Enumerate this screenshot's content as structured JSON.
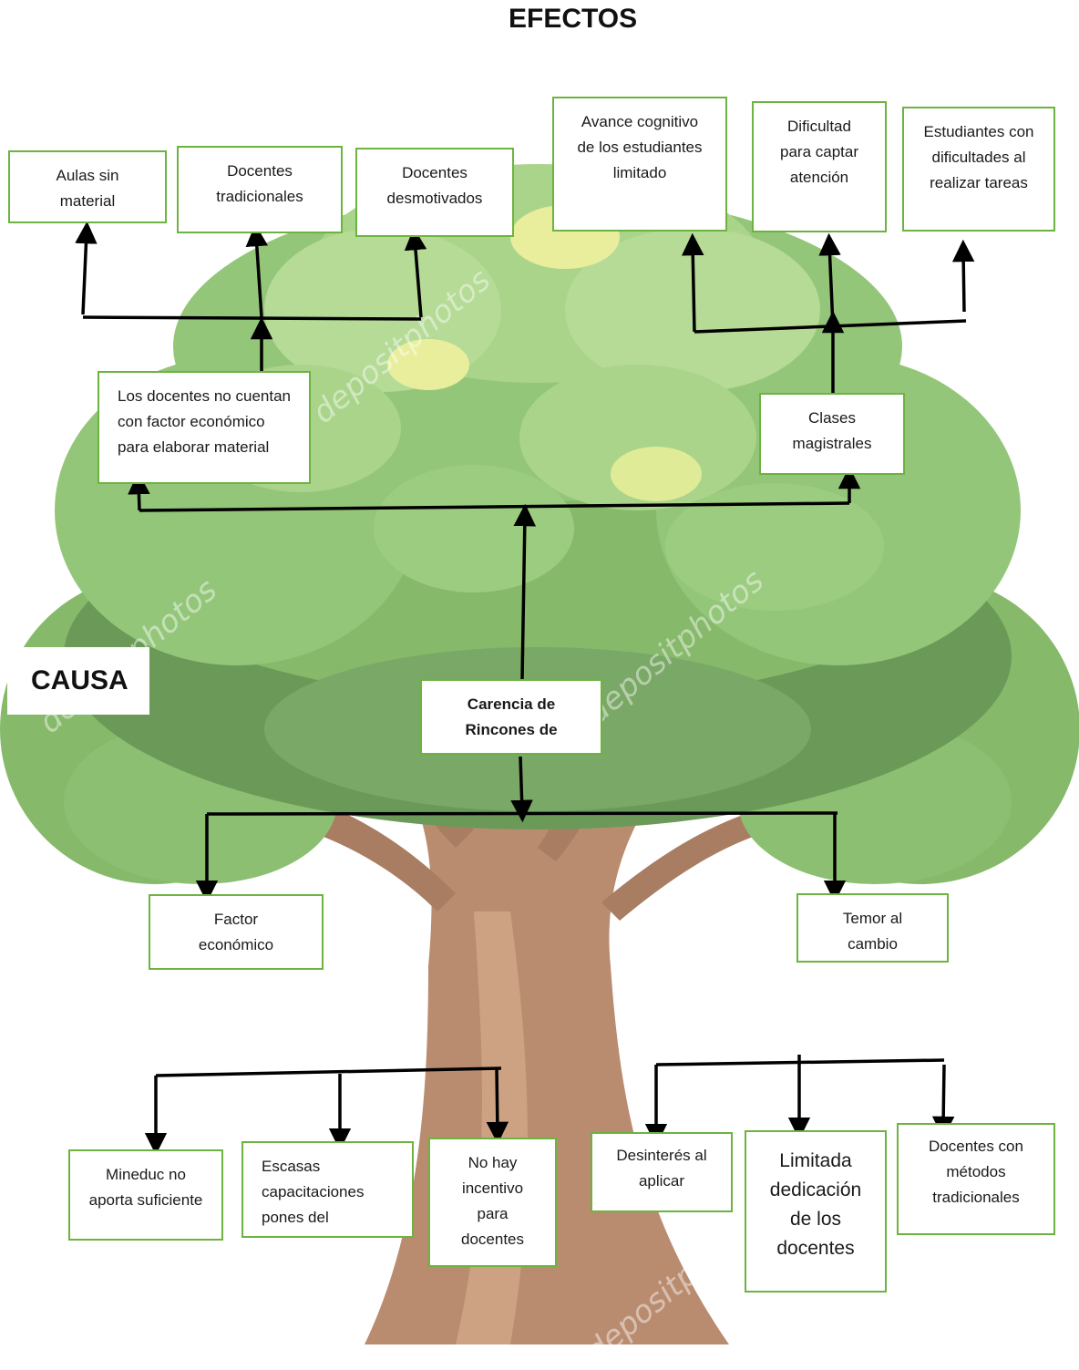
{
  "headings": {
    "effects": "EFECTOS",
    "cause": "CAUSA"
  },
  "effects": {
    "left_group": [
      "Aulas sin material",
      "Docentes tradicionales",
      "Docentes desmotivados"
    ],
    "right_group": [
      "Avance cognitivo de los estudiantes limitado",
      "Dificultad para captar atención",
      "Estudiantes con dificultades al realizar tareas"
    ]
  },
  "secondary": {
    "left": "Los docentes no cuentan con factor económico para elaborar material",
    "right": "Clases magistrales"
  },
  "central_problem": "Carencia de Rincones de",
  "causes": {
    "left": "Factor económico",
    "right": "Temor al cambio"
  },
  "sub_causes": {
    "left_group": [
      "Mineduc no aporta suficiente",
      "Escasas capacitaciones pones del",
      "No hay incentivo para docentes"
    ],
    "right_group": [
      "Desinterés al aplicar",
      "Limitada dedicación de los docentes",
      "Docentes con métodos tradicionales"
    ]
  },
  "colors": {
    "box_border": "#6cb33f",
    "foliage_light": "#a9d48a",
    "foliage_mid": "#86b96a",
    "foliage_dark": "#6b9a58",
    "trunk": "#b98c70",
    "line": "#000000"
  },
  "watermark": "depositphotos"
}
